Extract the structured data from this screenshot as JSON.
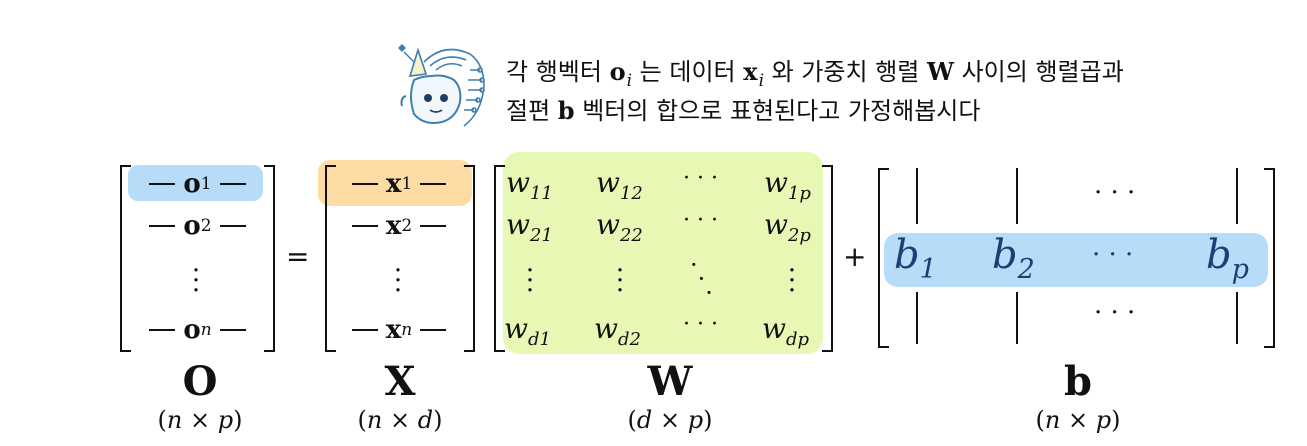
{
  "caption": {
    "line1_a": "각 행벡터 ",
    "o_sym": "o",
    "i_sub": "i",
    "line1_b": " 는 데이터 ",
    "x_sym": "x",
    "i_sub2": "i",
    "line1_c": " 와 가중치 행렬 ",
    "W_sym": "W",
    "line1_d": " 사이의 행렬곱과",
    "line2_a": "절편 ",
    "b_sym": "b",
    "line2_b": " 벡터의 합으로 표현된다고 가정해봅시다"
  },
  "matrix_O": {
    "sym": "o",
    "rows": [
      "1",
      "2",
      "n"
    ],
    "label": "O",
    "dims": [
      "(",
      "n",
      "×",
      "p",
      ")"
    ]
  },
  "matrix_X": {
    "sym": "x",
    "rows": [
      "1",
      "2",
      "n"
    ],
    "label": "X",
    "dims": [
      "(",
      "n",
      "×",
      "d",
      ")"
    ]
  },
  "matrix_W": {
    "sym": "w",
    "subs": [
      [
        "11",
        "12",
        "1p"
      ],
      [
        "21",
        "22",
        "2p"
      ],
      [
        "d1",
        "d2",
        "dp"
      ]
    ],
    "label": "W",
    "dims": [
      "(",
      "d",
      "×",
      "p",
      ")"
    ]
  },
  "matrix_b": {
    "sym": "b",
    "subs": [
      "1",
      "2",
      "p"
    ],
    "label": "b",
    "dims": [
      "(",
      "n",
      "×",
      "p",
      ")"
    ]
  },
  "operators": {
    "equals": "=",
    "plus": "+"
  },
  "dots": {
    "h": "· · ·",
    "v": "⋮",
    "d": "⋱"
  },
  "colors": {
    "blue_highlight": "#b6dcf7",
    "orange_highlight": "#fcdca4",
    "green_highlight": "#e7f8b4",
    "b_text": "#1f3d75"
  },
  "icons": [
    "robot-mascot-icon"
  ]
}
